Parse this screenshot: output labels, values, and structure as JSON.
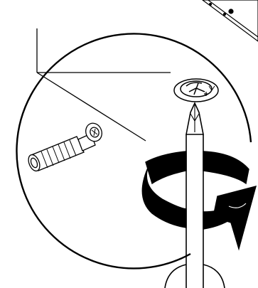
{
  "illustration": {
    "parts": [
      "panel-corner",
      "zoom-circle",
      "panel-edge",
      "cam-dowel",
      "cam-lock-housing",
      "screwdriver",
      "clockwise-rotation-arrow"
    ],
    "colors": {
      "line": "#000000",
      "fill": "#ffffff",
      "arrow": "#000000"
    }
  }
}
